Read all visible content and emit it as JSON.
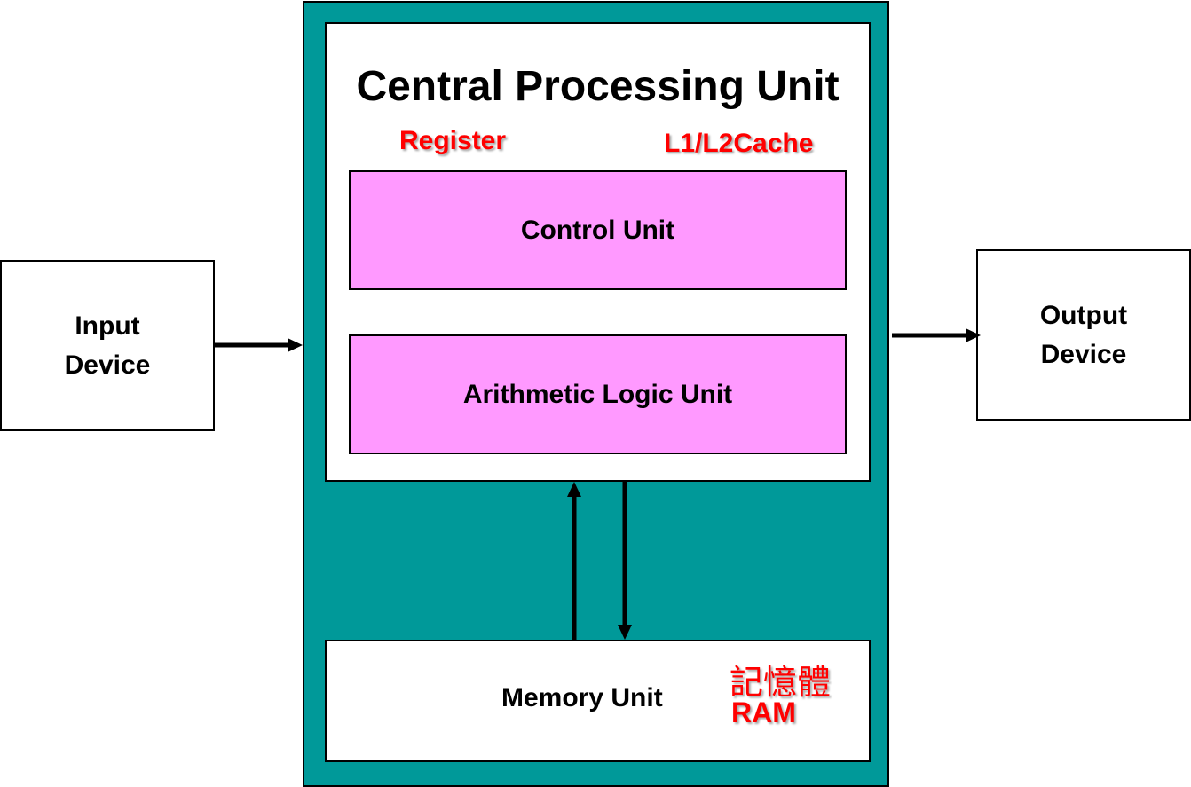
{
  "input_device": {
    "label": "Input\nDevice"
  },
  "output_device": {
    "label": "Output\nDevice"
  },
  "cpu": {
    "title": "Central Processing Unit",
    "register_label": "Register",
    "cache_label": "L1/L2Cache",
    "control_unit_label": "Control Unit",
    "alu_label": "Arithmetic Logic Unit"
  },
  "memory": {
    "label": "Memory Unit",
    "chinese_label": "記憶體",
    "ram_label": "RAM"
  },
  "colors": {
    "cpu_background": "#009999",
    "unit_fill": "#ff99ff",
    "highlight_text": "#ff0000"
  }
}
